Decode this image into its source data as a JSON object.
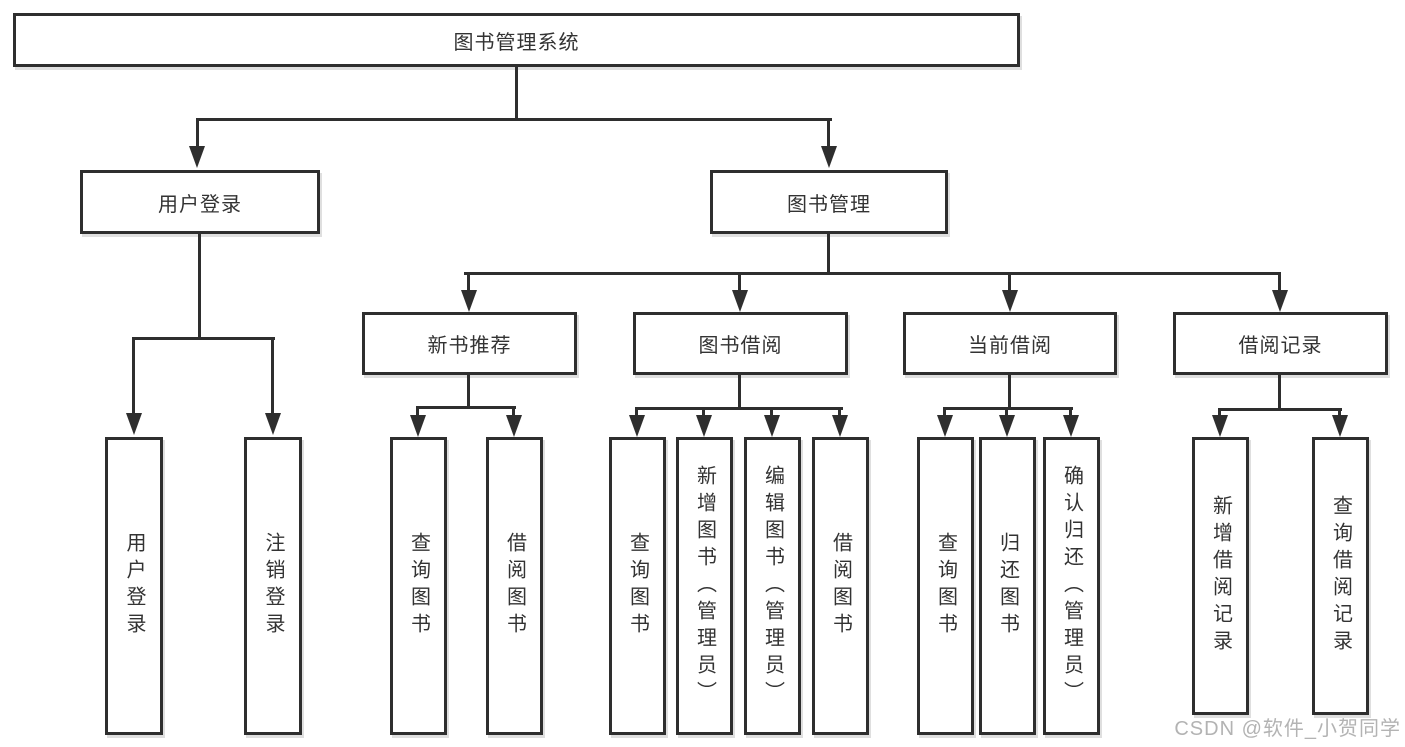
{
  "tree": {
    "label": "图书管理系统",
    "children": [
      {
        "label": "用户登录",
        "children": [
          {
            "label": "用户登录"
          },
          {
            "label": "注销登录"
          }
        ]
      },
      {
        "label": "图书管理",
        "children": [
          {
            "label": "新书推荐",
            "children": [
              {
                "label": "查询图书"
              },
              {
                "label": "借阅图书"
              }
            ]
          },
          {
            "label": "图书借阅",
            "children": [
              {
                "label": "查询图书"
              },
              {
                "label": "新增图书（管理员）"
              },
              {
                "label": "编辑图书（管理员）"
              },
              {
                "label": "借阅图书"
              }
            ]
          },
          {
            "label": "当前借阅",
            "children": [
              {
                "label": "查询图书"
              },
              {
                "label": "归还图书"
              },
              {
                "label": "确认归还（管理员）"
              }
            ]
          },
          {
            "label": "借阅记录",
            "children": [
              {
                "label": "新增借阅记录"
              },
              {
                "label": "查询借阅记录"
              }
            ]
          }
        ]
      }
    ]
  },
  "watermark": {
    "text": "CSDN @软件_小贺同学"
  },
  "colors": {
    "line": "#2e2e2e",
    "text": "#333333",
    "watermark": "#b3b3b3",
    "background": "#ffffff"
  }
}
